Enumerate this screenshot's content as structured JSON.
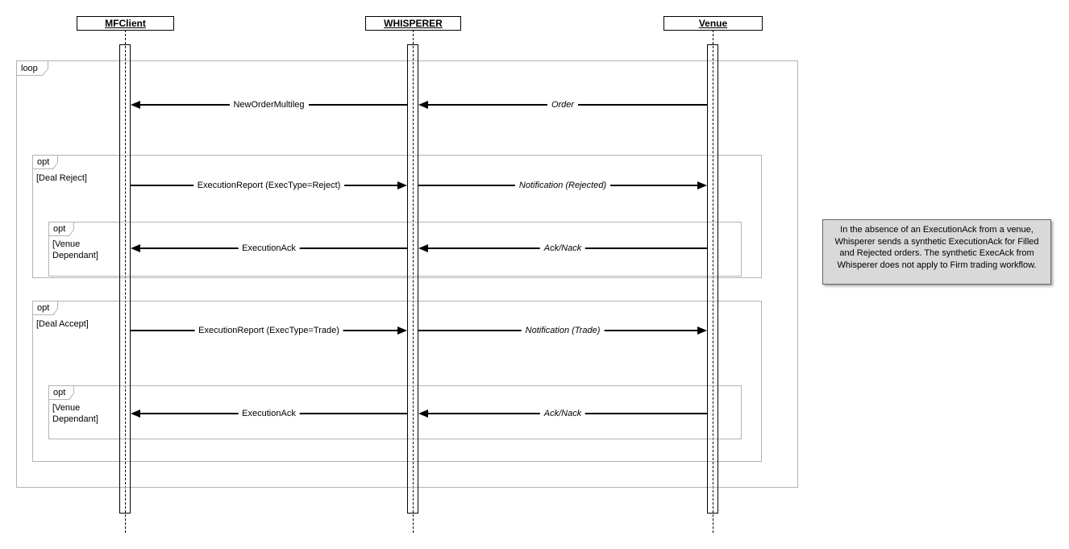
{
  "actors": [
    "MFClient",
    "WHISPERER",
    "Venue"
  ],
  "fragments": {
    "loop": {
      "label": "loop"
    },
    "opt_reject": {
      "label": "opt",
      "guard": "[Deal Reject]"
    },
    "opt_reject_inner": {
      "label": "opt",
      "guard": "[Venue Dependant]"
    },
    "opt_accept": {
      "label": "opt",
      "guard": "[Deal Accept]"
    },
    "opt_accept_inner": {
      "label": "opt",
      "guard": "[Venue Dependant]"
    }
  },
  "messages": [
    {
      "label": "NewOrderMultileg"
    },
    {
      "label": "Order"
    },
    {
      "label": "ExecutionReport (ExecType=Reject)"
    },
    {
      "label": "Notification (Rejected)"
    },
    {
      "label": "ExecutionAck"
    },
    {
      "label": "Ack/Nack"
    },
    {
      "label": "ExecutionReport (ExecType=Trade)"
    },
    {
      "label": "Notification (Trade)"
    },
    {
      "label": "ExecutionAck"
    },
    {
      "label": "Ack/Nack"
    }
  ],
  "note": {
    "text": "In the absence of an ExecutionAck from a venue, Whisperer sends a synthetic ExecutionAck for Filled and Rejected orders. The synthetic ExecAck from Whisperer does not apply to Firm trading workflow."
  },
  "colors": {
    "note_fill": "#d9d9d9",
    "note_border": "#666666",
    "fragment_border": "#b3b3b3",
    "line": "#000000"
  }
}
